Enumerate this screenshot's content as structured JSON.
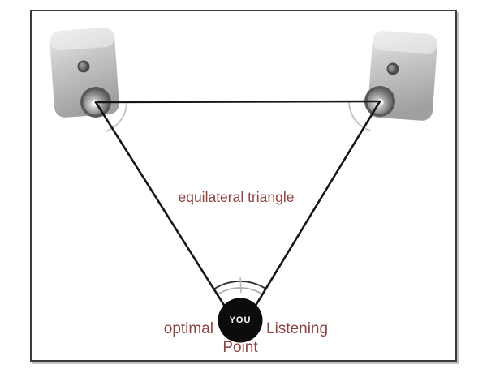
{
  "colors": {
    "background": "#ffffff",
    "frame-border": "#3b3b3b",
    "line": "#161616",
    "arc-light": "#c6c6c6",
    "arc-dark": "#2f2f2f",
    "label-text": "#8e4343",
    "listener-fill": "#0c0c0c",
    "listener-text": "#ffffff"
  },
  "diagram": {
    "triangle_label": "equilateral triangle",
    "listener_marker": "YOU",
    "optimal_label": "optimal",
    "listening_label": "Listening",
    "point_label": "Point"
  }
}
